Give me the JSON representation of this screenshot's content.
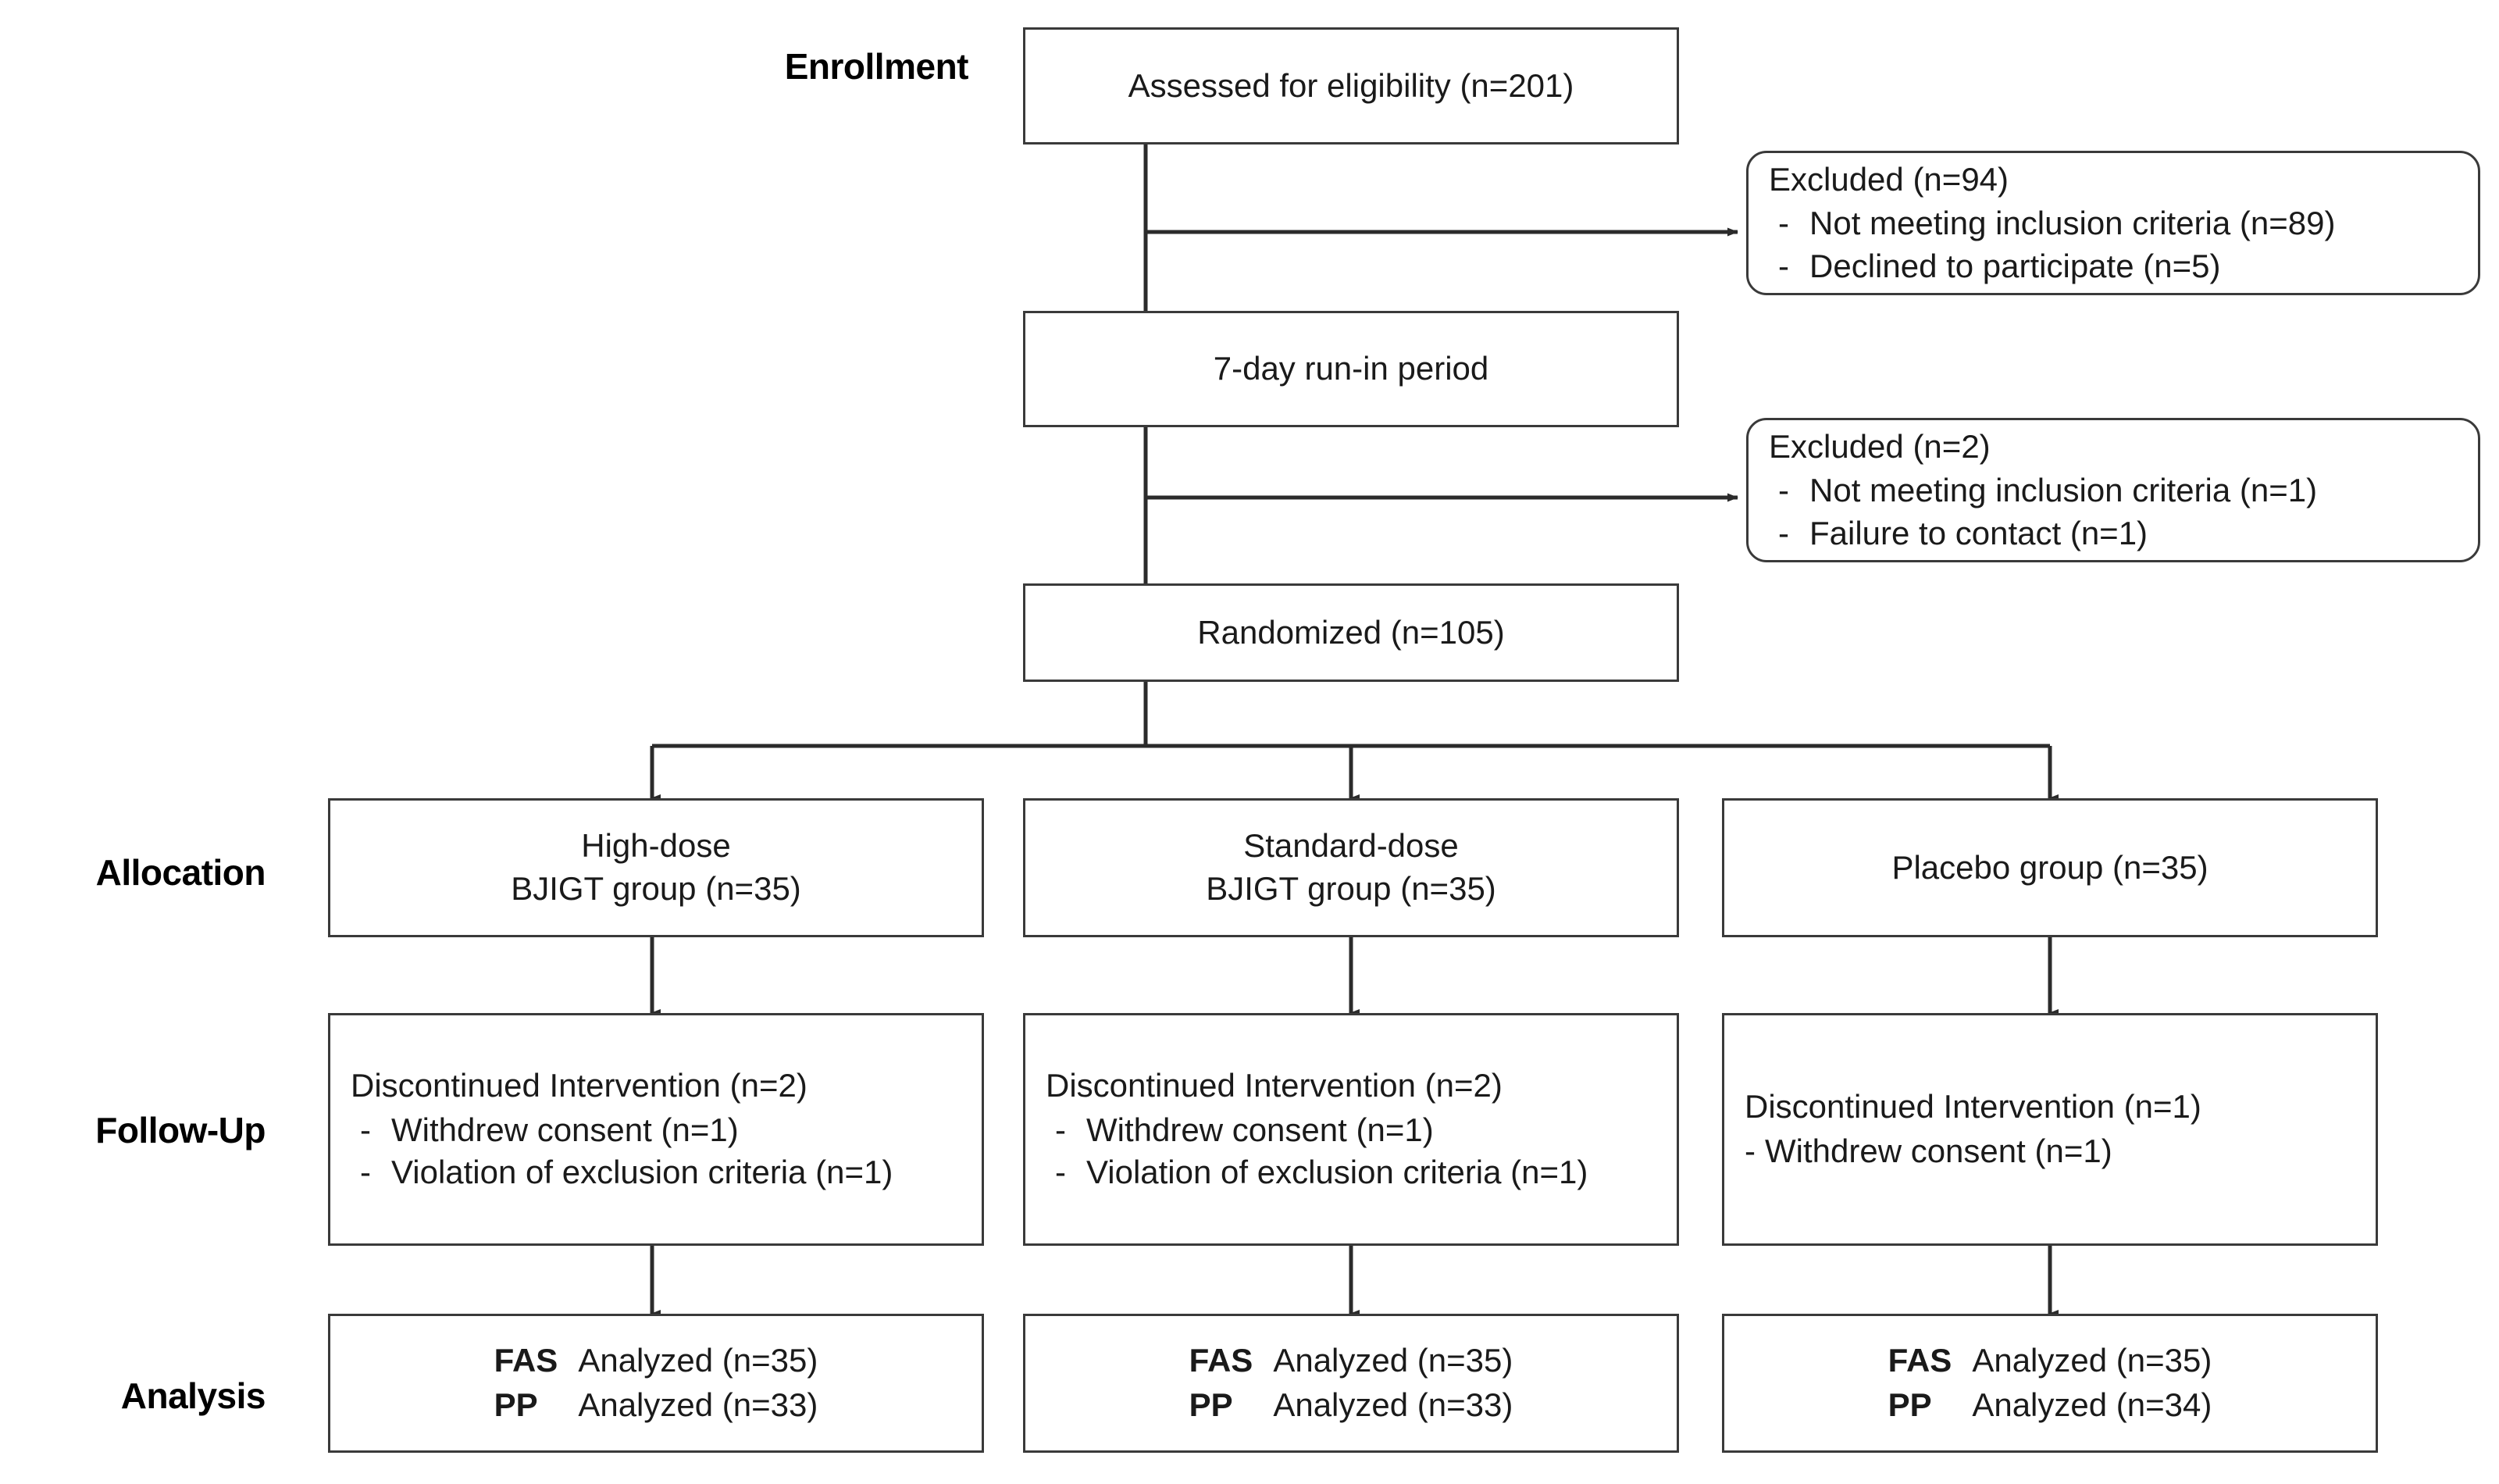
{
  "diagram": {
    "title": "CONSORT participant flow diagram",
    "line_color": "#3a3a3a",
    "text_color": "#1a1a1a",
    "background": "#ffffff"
  },
  "stages": [
    {
      "key": "enrollment",
      "label": "Enrollment"
    },
    {
      "key": "allocation",
      "label": "Allocation"
    },
    {
      "key": "followup",
      "label": "Follow-Up"
    },
    {
      "key": "analysis",
      "label": "Analysis"
    }
  ],
  "enrollment": {
    "assessed": "Assessed for eligibility (n=201)",
    "runin": "7-day run-in period",
    "randomized": "Randomized (n=105)",
    "exclusion_1": {
      "heading": "Excluded (n=94)",
      "items": [
        {
          "bullet": "-",
          "text": "Not meeting inclusion criteria (n=89)"
        },
        {
          "bullet": "-",
          "text": "Declined to participate (n=5)"
        }
      ]
    },
    "exclusion_2": {
      "heading": "Excluded (n=2)",
      "items": [
        {
          "bullet": "-",
          "text": "Not meeting inclusion criteria (n=1)"
        },
        {
          "bullet": "-",
          "text": "Failure to contact (n=1)"
        }
      ]
    }
  },
  "arms": [
    {
      "key": "high-dose",
      "allocation": {
        "line1": "High-dose",
        "line2": "BJIGT group (n=35)"
      },
      "followup": {
        "heading": "Discontinued Intervention (n=2)",
        "items": [
          {
            "bullet": "-",
            "text": "Withdrew consent (n=1)"
          },
          {
            "bullet": "-",
            "text": "Violation of exclusion criteria (n=1)"
          }
        ]
      },
      "analysis": [
        {
          "tag": "FAS",
          "value": "Analyzed (n=35)"
        },
        {
          "tag": "PP",
          "value": "Analyzed (n=33)"
        }
      ]
    },
    {
      "key": "standard-dose",
      "allocation": {
        "line1": "Standard-dose",
        "line2": "BJIGT group (n=35)"
      },
      "followup": {
        "heading": "Discontinued Intervention (n=2)",
        "items": [
          {
            "bullet": "-",
            "text": "Withdrew consent (n=1)"
          },
          {
            "bullet": "-",
            "text": "Violation of exclusion criteria (n=1)"
          }
        ]
      },
      "analysis": [
        {
          "tag": "FAS",
          "value": "Analyzed (n=35)"
        },
        {
          "tag": "PP",
          "value": "Analyzed (n=33)"
        }
      ]
    },
    {
      "key": "placebo",
      "allocation": {
        "line1": "Placebo group (n=35)",
        "line2": ""
      },
      "followup": {
        "heading": "Discontinued Intervention (n=1)",
        "items": [
          {
            "bullet": "-",
            "text": "Withdrew consent (n=1)"
          }
        ]
      },
      "analysis": [
        {
          "tag": "FAS",
          "value": "Analyzed (n=35)"
        },
        {
          "tag": "PP",
          "value": "Analyzed (n=34)"
        }
      ]
    }
  ]
}
